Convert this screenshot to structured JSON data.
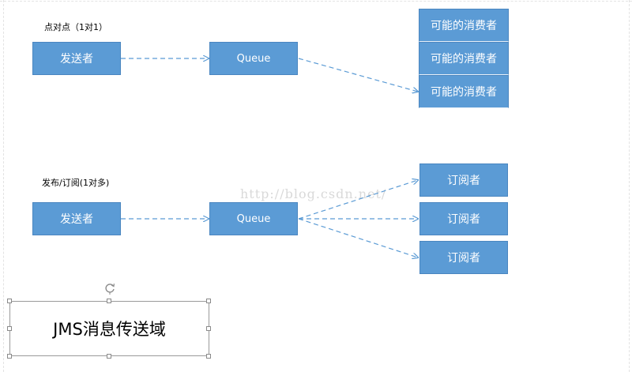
{
  "diagram": {
    "section1": {
      "heading": "点对点（1对1）",
      "sender": "发送者",
      "queue": "Queue",
      "consumers": [
        "可能的消费者",
        "可能的消费者",
        "可能的消费者"
      ]
    },
    "section2": {
      "heading": "发布/订阅(1对多)",
      "sender": "发送者",
      "queue": "Queue",
      "subscribers": [
        "订阅者",
        "订阅者",
        "订阅者"
      ]
    },
    "watermark": "http://blog.csdn.net/",
    "caption": "JMS消息传送域",
    "colors": {
      "box_fill": "#5b9bd5",
      "arrow": "#5b9bd5"
    }
  }
}
